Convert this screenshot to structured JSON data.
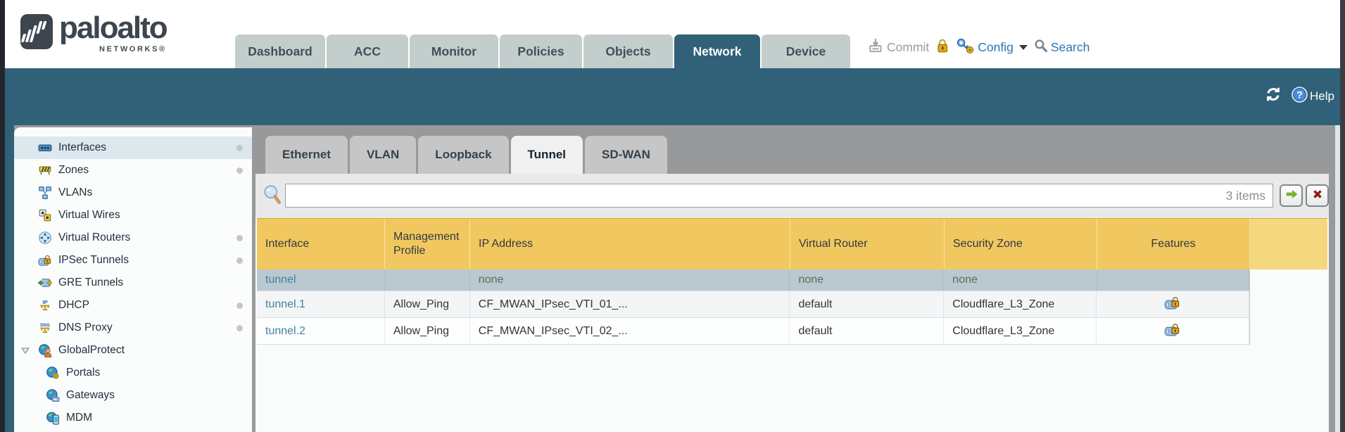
{
  "header": {
    "brand": "paloalto",
    "brand_sub": "NETWORKS®",
    "tabs": [
      {
        "label": "Dashboard",
        "active": false
      },
      {
        "label": "ACC",
        "active": false
      },
      {
        "label": "Monitor",
        "active": false
      },
      {
        "label": "Policies",
        "active": false
      },
      {
        "label": "Objects",
        "active": false
      },
      {
        "label": "Network",
        "active": true
      },
      {
        "label": "Device",
        "active": false
      }
    ],
    "commit_label": "Commit",
    "config_label": "Config",
    "search_label": "Search"
  },
  "utility_bar": {
    "help_label": "Help"
  },
  "sidebar": {
    "items": [
      {
        "label": "Interfaces",
        "selected": true,
        "dot": true
      },
      {
        "label": "Zones",
        "dot": true
      },
      {
        "label": "VLANs",
        "dot": false
      },
      {
        "label": "Virtual Wires",
        "dot": false
      },
      {
        "label": "Virtual Routers",
        "dot": true
      },
      {
        "label": "IPSec Tunnels",
        "dot": true
      },
      {
        "label": "GRE Tunnels",
        "dot": false
      },
      {
        "label": "DHCP",
        "dot": true
      },
      {
        "label": "DNS Proxy",
        "dot": true
      },
      {
        "label": "GlobalProtect",
        "expandable": true,
        "expanded": true
      },
      {
        "label": "Portals",
        "indent": true
      },
      {
        "label": "Gateways",
        "indent": true
      },
      {
        "label": "MDM",
        "indent": true
      }
    ]
  },
  "subtabs": [
    {
      "label": "Ethernet",
      "active": false
    },
    {
      "label": "VLAN",
      "active": false
    },
    {
      "label": "Loopback",
      "active": false
    },
    {
      "label": "Tunnel",
      "active": true
    },
    {
      "label": "SD-WAN",
      "active": false
    }
  ],
  "filter": {
    "count_label": "3 items",
    "value": ""
  },
  "table": {
    "columns": [
      "Interface",
      "Management Profile",
      "IP Address",
      "Virtual Router",
      "Security Zone",
      "Features"
    ],
    "rows": [
      {
        "interface": "tunnel",
        "management_profile": "",
        "ip_address": "none",
        "virtual_router": "none",
        "security_zone": "none",
        "has_lock": false,
        "selected": true
      },
      {
        "interface": "tunnel.1",
        "management_profile": "Allow_Ping",
        "ip_address": "CF_MWAN_IPsec_VTI_01_...",
        "virtual_router": "default",
        "security_zone": "Cloudflare_L3_Zone",
        "has_lock": true,
        "selected": false
      },
      {
        "interface": "tunnel.2",
        "management_profile": "Allow_Ping",
        "ip_address": "CF_MWAN_IPsec_VTI_02_...",
        "virtual_router": "default",
        "security_zone": "Cloudflare_L3_Zone",
        "has_lock": true,
        "selected": false
      }
    ]
  },
  "colors": {
    "teal": "#306179",
    "header_gold": "#f1c85f",
    "selected_row": "#bac8d0",
    "link_blue": "#44809e",
    "action_blue": "#2d73b8"
  }
}
